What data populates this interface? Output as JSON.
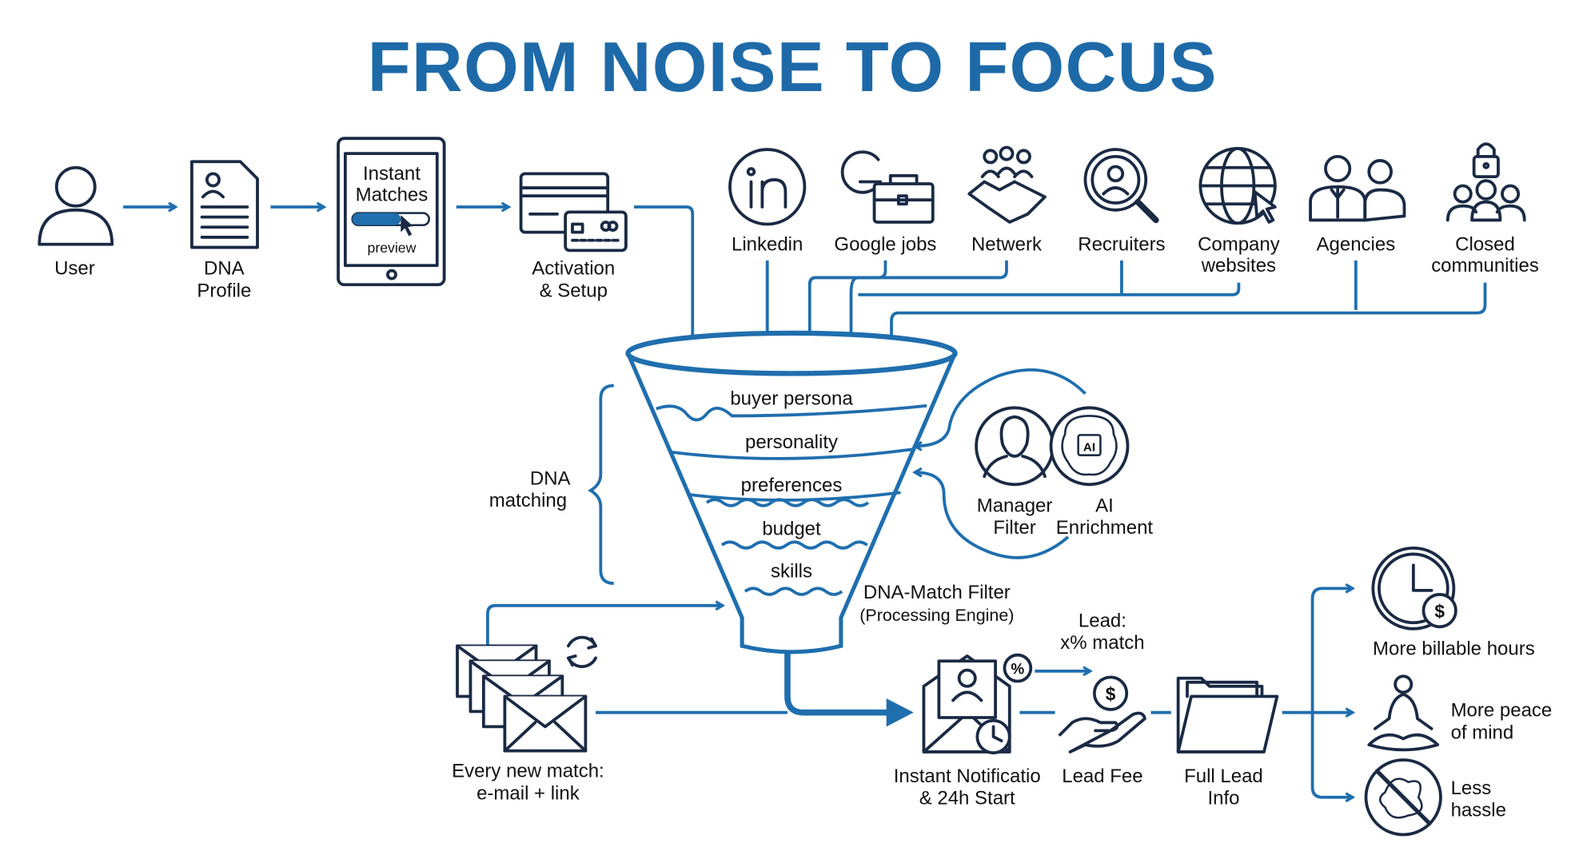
{
  "title": "FROM NOISE TO FOCUS",
  "colors": {
    "accent": "#1f6eae",
    "title": "#1e6aa8",
    "ink": "#1a2a44"
  },
  "onboarding": {
    "user": "User",
    "dna_profile": [
      "DNA",
      "Profile"
    ],
    "tablet": {
      "line1": "Instant",
      "line2": "Matches",
      "button": "preview"
    },
    "activation": [
      "Activation",
      "& Setup"
    ]
  },
  "sources": [
    {
      "icon": "linkedin-icon",
      "label": [
        "Linkedin"
      ]
    },
    {
      "icon": "google-jobs-icon",
      "label": [
        "Google jobs"
      ]
    },
    {
      "icon": "handshake-icon",
      "label": [
        "Netwerk"
      ]
    },
    {
      "icon": "recruiter-search-icon",
      "label": [
        "Recruiters"
      ]
    },
    {
      "icon": "globe-icon",
      "label": [
        "Company",
        "websites"
      ]
    },
    {
      "icon": "agencies-icon",
      "label": [
        "Agencies"
      ]
    },
    {
      "icon": "lock-group-icon",
      "label": [
        "Closed",
        "communities"
      ]
    }
  ],
  "funnel": {
    "layers": [
      "buyer persona",
      "personality",
      "preferences",
      "budget",
      "skills"
    ],
    "bracket_label": [
      "DNA",
      "matching"
    ],
    "filter_label": "DNA-Match Filter",
    "filter_sub": "(Processing Engine)"
  },
  "enrichment": {
    "manager": [
      "Manager",
      "Filter"
    ],
    "ai": [
      "AI",
      "Enrichment"
    ],
    "ai_badge": "AI"
  },
  "email": {
    "label": [
      "Every new match:",
      "e-mail + link"
    ]
  },
  "outputs": {
    "notification": [
      "Instant Notificatio",
      "& 24h Start"
    ],
    "percent": "%",
    "lead": [
      "Lead:",
      "x% match"
    ],
    "lead_fee": "Lead Fee",
    "dollar": "$",
    "full_lead": [
      "Full Lead",
      "Info"
    ]
  },
  "benefits": [
    {
      "label": [
        "More billable hours"
      ]
    },
    {
      "label": [
        "More peace",
        "of mind"
      ]
    },
    {
      "label": [
        "Less",
        "hassle"
      ]
    }
  ]
}
